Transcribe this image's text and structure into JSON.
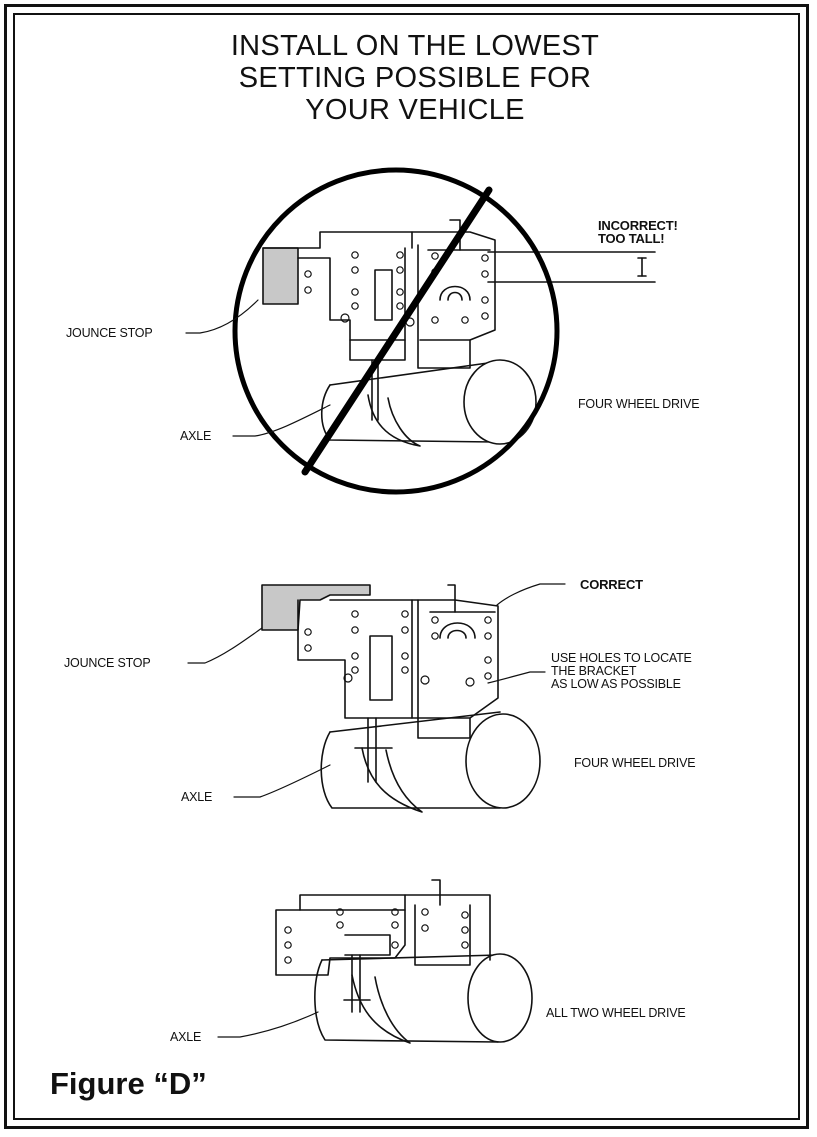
{
  "title": {
    "line1": "INSTALL ON THE LOWEST",
    "line2": "SETTING POSSIBLE FOR",
    "line3": "YOUR VEHICLE"
  },
  "panel_incorrect": {
    "callout_line1": "INCORRECT!",
    "callout_line2": "TOO TALL!",
    "jounce_stop": "JOUNCE STOP",
    "axle": "AXLE",
    "drive": "FOUR WHEEL DRIVE"
  },
  "panel_correct": {
    "callout": "CORRECT",
    "note_line1": "USE HOLES TO LOCATE",
    "note_line2": "THE BRACKET",
    "note_line3": "AS LOW AS POSSIBLE",
    "jounce_stop": "JOUNCE STOP",
    "axle": "AXLE",
    "drive": "FOUR WHEEL DRIVE"
  },
  "panel_two_wheel": {
    "axle": "AXLE",
    "drive": "ALL TWO WHEEL DRIVE"
  },
  "figure_label": "Figure “D”",
  "colors": {
    "line": "#111111",
    "jounce_fill": "#c8c8c8",
    "prohibition": "#000000"
  }
}
